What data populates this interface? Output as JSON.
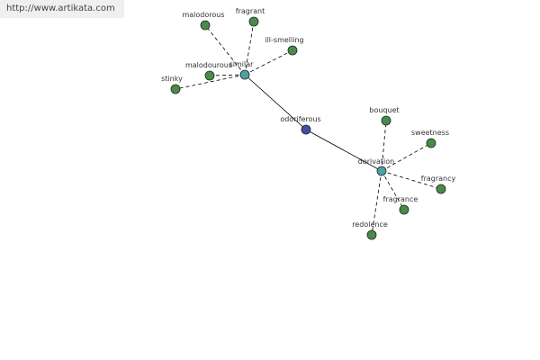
{
  "header": {
    "url_text": "http://www.artikata.com"
  },
  "colors": {
    "root": "#3f4fa8",
    "hub": "#4ca0a6",
    "leaf": "#4a8a4a"
  },
  "graph": {
    "nodes": [
      {
        "id": "odoriferous",
        "label": "odoriferous",
        "kind": "root"
      },
      {
        "id": "similar",
        "label": "similar",
        "kind": "hub"
      },
      {
        "id": "derivation",
        "label": "derivation",
        "kind": "hub"
      },
      {
        "id": "malodorous",
        "label": "malodorous",
        "kind": "leaf"
      },
      {
        "id": "fragrant",
        "label": "fragrant",
        "kind": "leaf"
      },
      {
        "id": "ill-smelling",
        "label": "ill-smelling",
        "kind": "leaf"
      },
      {
        "id": "malodourous",
        "label": "malodourous",
        "kind": "leaf"
      },
      {
        "id": "stinky",
        "label": "stinky",
        "kind": "leaf"
      },
      {
        "id": "bouquet",
        "label": "bouquet",
        "kind": "leaf"
      },
      {
        "id": "sweetness",
        "label": "sweetness",
        "kind": "leaf"
      },
      {
        "id": "fragrancy",
        "label": "fragrancy",
        "kind": "leaf"
      },
      {
        "id": "fragrance",
        "label": "fragrance",
        "kind": "leaf"
      },
      {
        "id": "redolence",
        "label": "redolence",
        "kind": "leaf"
      }
    ],
    "edges": [
      {
        "from": "odoriferous",
        "to": "similar",
        "style": "solid"
      },
      {
        "from": "odoriferous",
        "to": "derivation",
        "style": "solid"
      },
      {
        "from": "similar",
        "to": "malodorous",
        "style": "dashed"
      },
      {
        "from": "similar",
        "to": "fragrant",
        "style": "dashed"
      },
      {
        "from": "similar",
        "to": "ill-smelling",
        "style": "dashed"
      },
      {
        "from": "similar",
        "to": "malodourous",
        "style": "dashed"
      },
      {
        "from": "similar",
        "to": "stinky",
        "style": "dashed"
      },
      {
        "from": "derivation",
        "to": "bouquet",
        "style": "dashed"
      },
      {
        "from": "derivation",
        "to": "sweetness",
        "style": "dashed"
      },
      {
        "from": "derivation",
        "to": "fragrancy",
        "style": "dashed"
      },
      {
        "from": "derivation",
        "to": "fragrance",
        "style": "dashed"
      },
      {
        "from": "derivation",
        "to": "redolence",
        "style": "dashed"
      }
    ]
  }
}
